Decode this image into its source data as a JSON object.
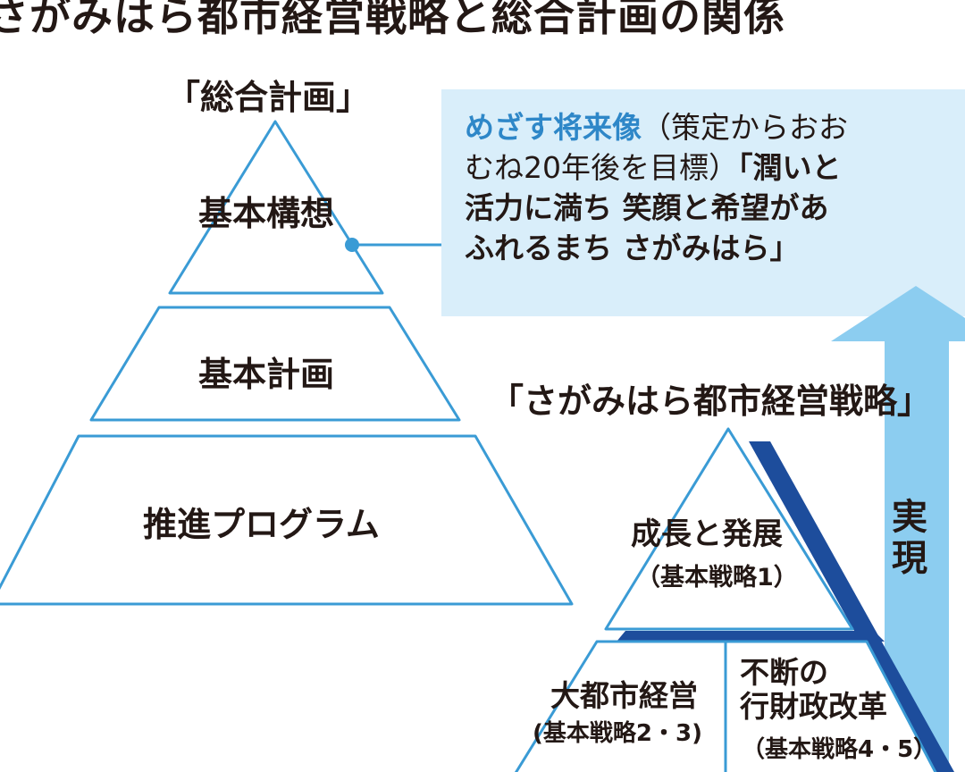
{
  "title": "さがみはら都市経営戦略と総合計画の関係",
  "plan": {
    "label": "「総合計画」",
    "levels": [
      "基本構想",
      "基本計画",
      "推進プログラム"
    ]
  },
  "vision": {
    "lead": "めざす将来像",
    "line1_rest": "（策定からおお",
    "line2_normal": "むね20年後を目標）",
    "line2_strong": "「潤いと",
    "line3": "活力に満ち 笑顔と希望があ",
    "line4": "ふれるまち さがみはら」"
  },
  "strategy": {
    "label": "「さがみはら都市経営戦略」",
    "top_name": "成長と発展",
    "top_sub": "（基本戦略1）",
    "left_name": "大都市経営",
    "left_sub": "(基本戦略2・3)",
    "right_name_line1": "不断の",
    "right_name_line2": "行財政改革",
    "right_sub": "（基本戦略4・5）"
  },
  "arrow_label": "実現",
  "colors": {
    "outline_blue": "#3a9bd5",
    "dark_blue": "#1d4d9c",
    "light_blue_box": "#d9eefa",
    "arrow_blue": "#8ccdf0",
    "accent_text": "#2e87c8",
    "text": "#231815"
  }
}
